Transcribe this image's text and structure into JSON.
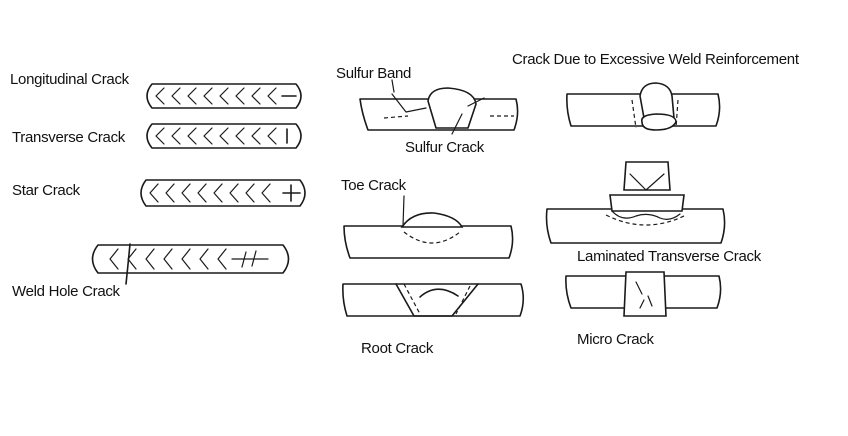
{
  "labels": {
    "longitudinal": "Longitudinal Crack",
    "transverse": "Transverse Crack",
    "star": "Star Crack",
    "weld_hole": "Weld Hole Crack",
    "sulfur_band": "Sulfur Band",
    "sulfur_crack": "Sulfur Crack",
    "toe": "Toe Crack",
    "root": "Root Crack",
    "excessive": "Crack Due to Excessive Weld Reinforcement",
    "laminated": "Laminated Transverse Crack",
    "micro": "Micro Crack"
  },
  "colors": {
    "ink": "#1a1a1a",
    "background": "#ffffff"
  }
}
